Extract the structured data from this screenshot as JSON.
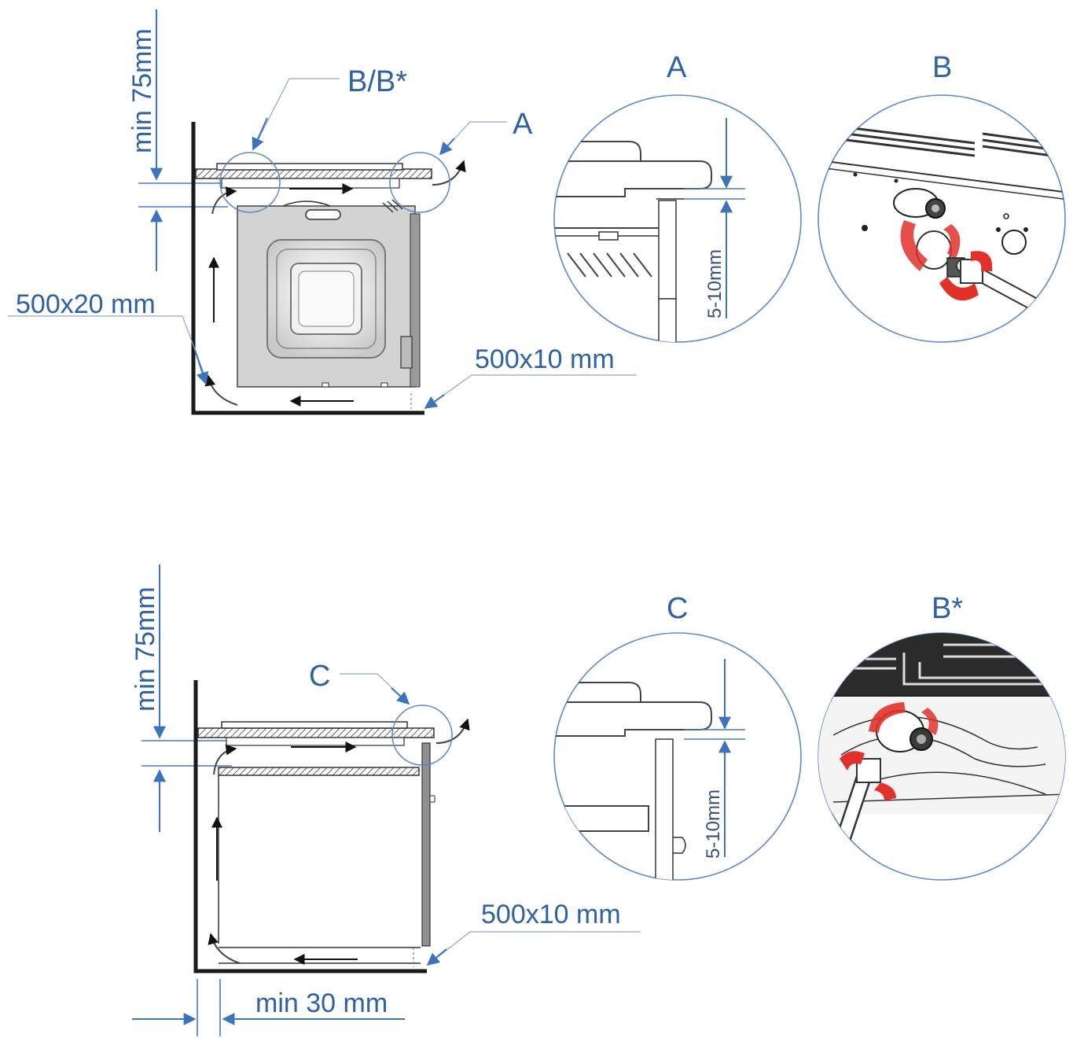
{
  "labels": {
    "top_min75": "min 75mm",
    "top_bb": "B/B*",
    "top_a": "A",
    "top_500x20": "500x20 mm",
    "top_500x10": "500x10 mm",
    "detail_a_title": "A",
    "detail_b_title": "B",
    "detail_a_dim": "5-10mm",
    "bottom_min75": "min 75mm",
    "bottom_c": "C",
    "bottom_500x10": "500x10 mm",
    "bottom_min30": "min 30 mm",
    "detail_c_title": "C",
    "detail_bstar_title": "B*",
    "detail_c_dim": "5-10mm"
  },
  "colors": {
    "label_blue": "#2f62a3",
    "arrow_blue": "#3b73bd",
    "red": "#e0322a",
    "oven_gray": "#d9d9d9"
  }
}
